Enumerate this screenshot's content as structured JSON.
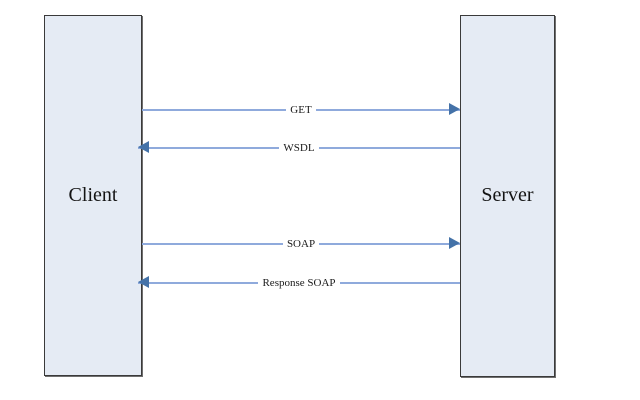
{
  "diagram": {
    "title": "",
    "type": "sequence-diagram",
    "colors": {
      "participant_fill": "#e5ebf4",
      "participant_border": "#3a3a3a",
      "message_line": "#8faadc",
      "arrow_head": "#4472a8",
      "background": "#ffffff",
      "text": "#141414"
    },
    "participants": [
      {
        "id": "client",
        "label": "Client"
      },
      {
        "id": "server",
        "label": "Server"
      }
    ],
    "messages": [
      {
        "label": "GET",
        "from": "client",
        "to": "server",
        "direction": "right"
      },
      {
        "label": "WSDL",
        "from": "server",
        "to": "client",
        "direction": "left"
      },
      {
        "label": "SOAP",
        "from": "client",
        "to": "server",
        "direction": "right"
      },
      {
        "label": "Response SOAP",
        "from": "server",
        "to": "client",
        "direction": "left"
      }
    ]
  }
}
